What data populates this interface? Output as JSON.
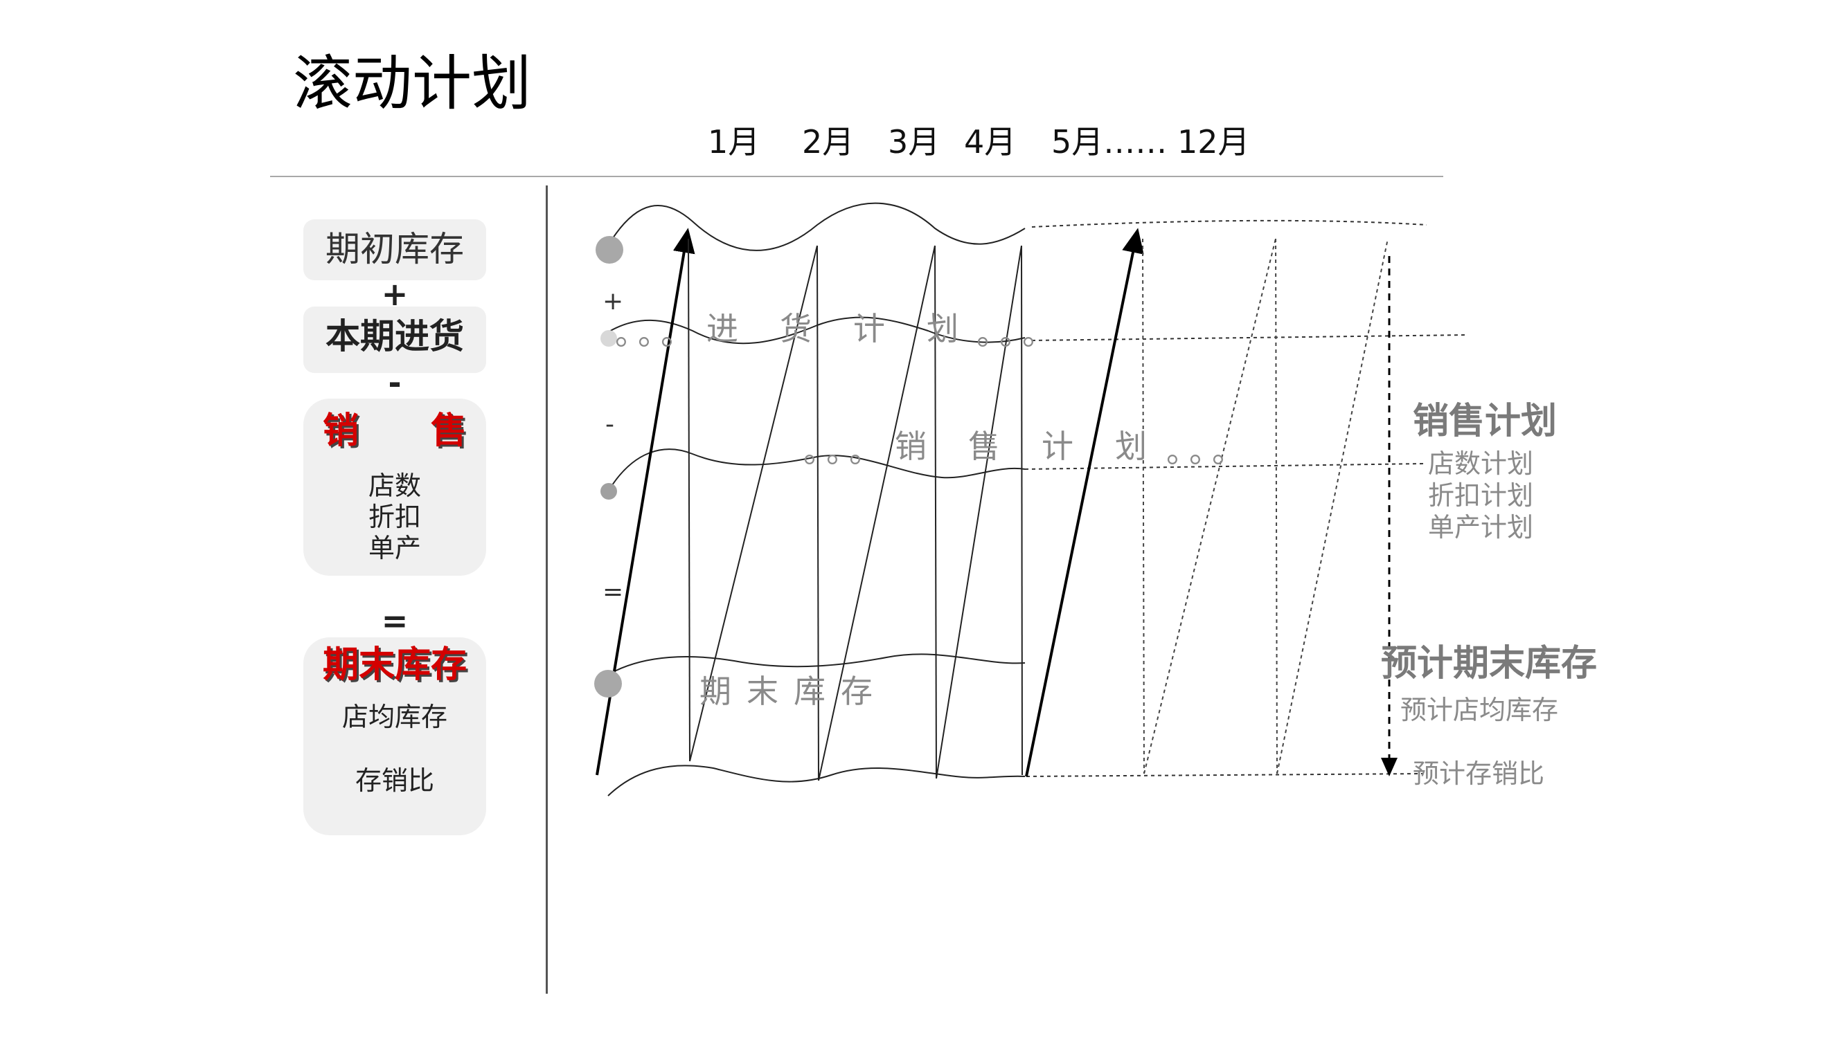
{
  "title": "滚动计划",
  "months": [
    "1月",
    "2月",
    "3月",
    "4月",
    "5月……",
    "12月"
  ],
  "left_panel": {
    "opening_stock": "期初库存",
    "op_plus": "+",
    "current_purchase": "本期进货",
    "op_minus": "-",
    "sales": "销　　售",
    "sales_factors": [
      "店数",
      "折扣",
      "单产"
    ],
    "op_equals": "=",
    "closing_stock": "期末库存",
    "closing_factors": [
      "店均库存",
      "存销比"
    ]
  },
  "diagram": {
    "signs": [
      "+",
      "-",
      "="
    ],
    "purchase_plan_label": "进货计划",
    "purchase_plan_dots": "。。。",
    "sales_plan_label": "销售计划",
    "sales_plan_dots": "。。。",
    "closing_stock_label": "期末库存"
  },
  "right_panel": {
    "sales_plan": "销售计划",
    "sales_plan_items": [
      "店数计划",
      "折扣计划",
      "单产计划"
    ],
    "forecast_closing": "预计期末库存",
    "forecast_items": [
      "预计店均库存",
      "预计存销比"
    ]
  },
  "colors": {
    "accent_red": "#d40000",
    "box_bg": "#f0f0f0",
    "muted_text": "#8a8a8a"
  }
}
